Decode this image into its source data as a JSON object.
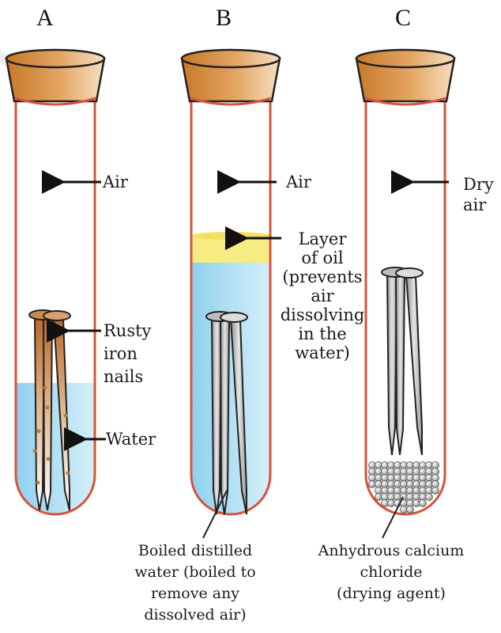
{
  "tubes": [
    {
      "letter": "A",
      "labels": {
        "air": "Air",
        "nails": [
          "Rusty",
          "iron",
          "nails"
        ],
        "water": "Water"
      }
    },
    {
      "letter": "B",
      "labels": {
        "air": "Air",
        "oil": [
          "Layer",
          "of oil",
          "(prevents",
          "air",
          "dissolving",
          "in the",
          "water)"
        ]
      },
      "caption": [
        "Boiled distilled",
        "water (boiled to",
        "remove any",
        "dissolved air)"
      ]
    },
    {
      "letter": "C",
      "labels": {
        "air": [
          "Dry",
          "air"
        ]
      },
      "caption": [
        "Anhydrous calcium",
        "chloride",
        "(drying agent)"
      ]
    }
  ],
  "colors": {
    "tube_outline": "#d9523a",
    "cork": "#d08a3c",
    "water": "#a8dcf2",
    "oil": "#f7ec82",
    "nail": "#c8c8c8",
    "rust": "#c07a3a"
  }
}
